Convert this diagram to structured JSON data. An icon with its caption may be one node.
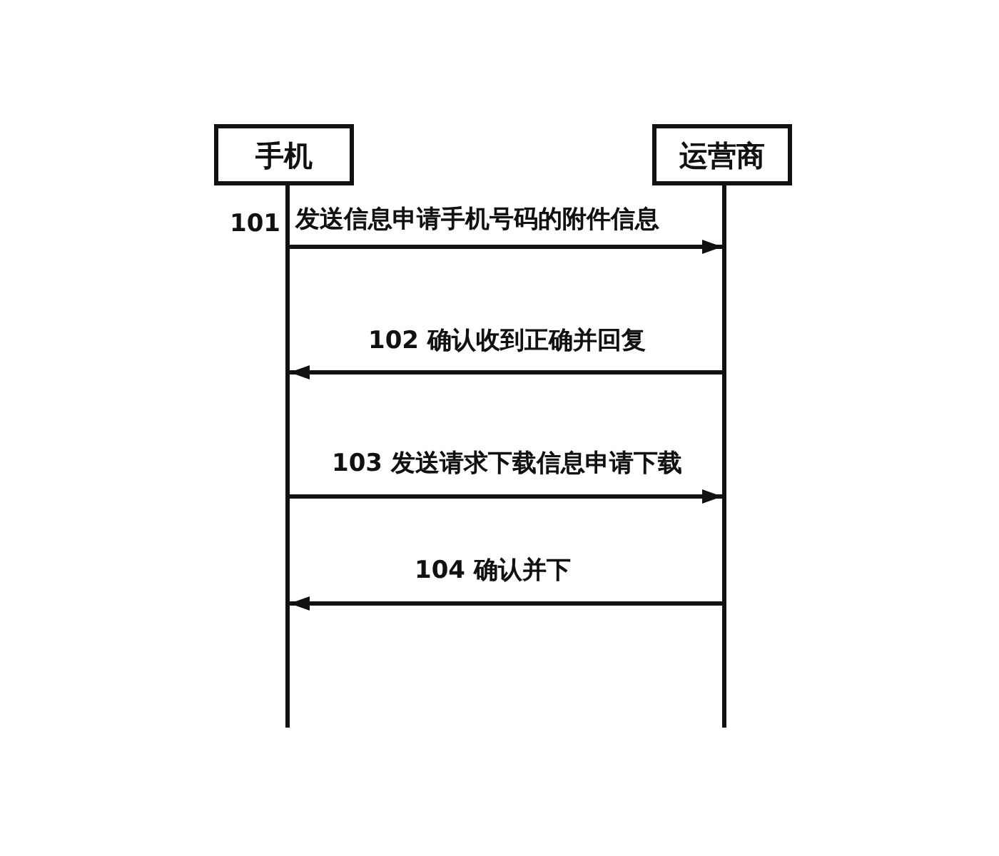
{
  "diagram": {
    "nodes": [
      {
        "text": [
          "手机"
        ]
      },
      {
        "text": [
          "运营商"
        ]
      },
      {
        "text": [],
        "shape": "line"
      },
      {
        "text": [],
        "shape": "line"
      }
    ],
    "edges": [
      {
        "from": 2,
        "to": 3,
        "arrow": "to",
        "label": "发送信息申请手机号码的附件信息"
      },
      {
        "from": 3,
        "to": 2,
        "arrow": "to",
        "label": "102 确认收到正确并回复"
      },
      {
        "from": 2,
        "to": 3,
        "arrow": "to",
        "label": "103 发送请求下载信息申请下载"
      },
      {
        "from": 3,
        "to": 2,
        "arrow": "to",
        "label": "104 确认并下"
      }
    ],
    "labels": [
      "101"
    ]
  }
}
